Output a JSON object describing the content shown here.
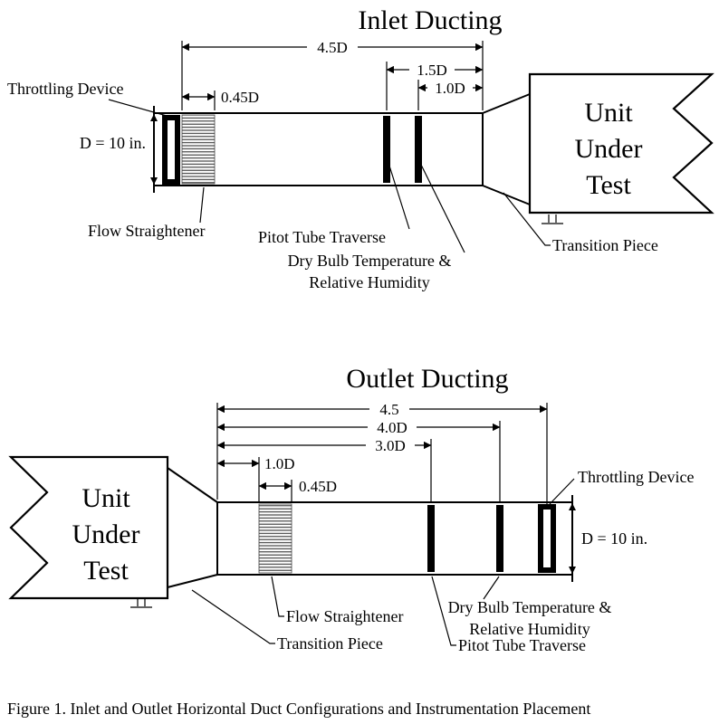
{
  "inlet": {
    "title": "Inlet Ducting",
    "dim_4_5": "4.5D",
    "dim_1_5": "1.5D",
    "dim_1_0": "1.0D",
    "dim_0_45": "0.45D",
    "diameter_label": "D = 10 in.",
    "throttling_label": "Throttling Device",
    "flow_straightener_label": "Flow Straightener",
    "pitot_label": "Pitot Tube Traverse",
    "dry_bulb_label_line1": "Dry Bulb Temperature &",
    "dry_bulb_label_line2": "Relative Humidity",
    "transition_label": "Transition Piece",
    "unit_line1": "Unit",
    "unit_line2": "Under",
    "unit_line3": "Test"
  },
  "outlet": {
    "title": "Outlet Ducting",
    "dim_4_5": "4.5",
    "dim_4_0": "4.0D",
    "dim_3_0": "3.0D",
    "dim_1_0": "1.0D",
    "dim_0_45": "0.45D",
    "diameter_label": "D = 10 in.",
    "throttling_label": "Throttling Device",
    "flow_straightener_label": "Flow Straightener",
    "pitot_label": "Pitot Tube Traverse",
    "dry_bulb_label_line1": "Dry Bulb Temperature &",
    "dry_bulb_label_line2": "Relative Humidity",
    "transition_label": "Transition Piece",
    "unit_line1": "Unit",
    "unit_line2": "Under",
    "unit_line3": "Test"
  },
  "caption": "Figure 1. Inlet and Outlet Horizontal Duct Configurations and Instrumentation Placement",
  "colors": {
    "ink": "#000000",
    "paper": "#ffffff"
  }
}
